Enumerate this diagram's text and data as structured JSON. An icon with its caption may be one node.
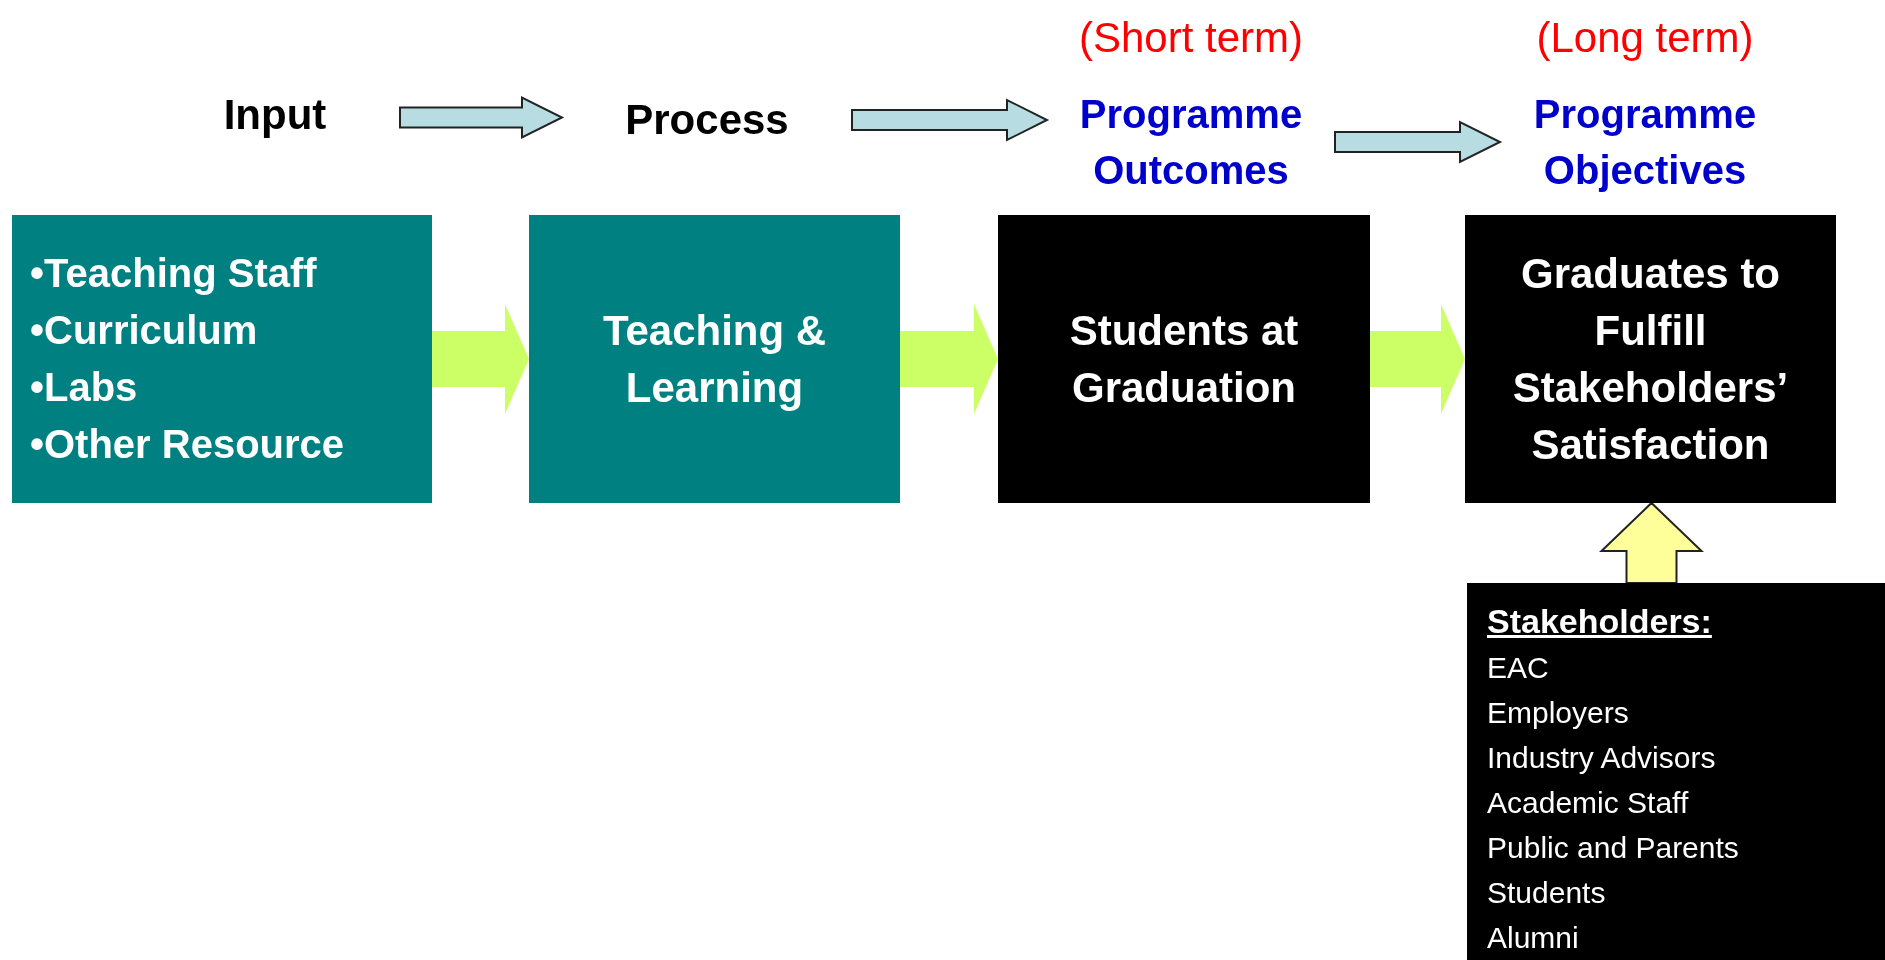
{
  "diagram": {
    "nodes": [
      {
        "text": [
          "Input"
        ]
      },
      {
        "text": [
          "Process"
        ]
      },
      {
        "text": [
          "Programme Outcomes"
        ],
        "beside": [
          "(Short term)"
        ]
      },
      {
        "text": [
          "Programme Objectives"
        ],
        "beside": [
          "(Long term)"
        ]
      },
      {
        "text": [
          "•Teaching Staff",
          "•Curriculum",
          "•Labs",
          "•Other Resource"
        ]
      },
      {
        "text": [
          "Teaching & Learning"
        ]
      },
      {
        "text": [
          "Students at Graduation"
        ]
      },
      {
        "text": [
          "Graduates to Fulfill Stakeholders’ Satisfaction"
        ]
      },
      {
        "text": [
          "Stakeholders:",
          "EAC",
          "Employers",
          "Industry Advisors",
          "Academic Staff",
          "Public and Parents",
          "Students",
          "Alumni"
        ]
      }
    ],
    "edges": [
      {
        "from": 0,
        "to": 1,
        "arrow": "to",
        "style": "thick",
        "color": "#b7dde3"
      },
      {
        "from": 1,
        "to": 2,
        "arrow": "to",
        "style": "thick",
        "color": "#b7dde3"
      },
      {
        "from": 2,
        "to": 3,
        "arrow": "to",
        "style": "thick",
        "color": "#b7dde3"
      },
      {
        "from": 4,
        "to": 5,
        "arrow": "to",
        "style": "thick",
        "color": "#ccff66"
      },
      {
        "from": 5,
        "to": 6,
        "arrow": "to",
        "style": "thick",
        "color": "#ccff66"
      },
      {
        "from": 6,
        "to": 7,
        "arrow": "to",
        "style": "thick",
        "color": "#ccff66"
      },
      {
        "from": 8,
        "to": 7,
        "arrow": "to",
        "style": "thick",
        "color": "#ffff99"
      }
    ]
  }
}
